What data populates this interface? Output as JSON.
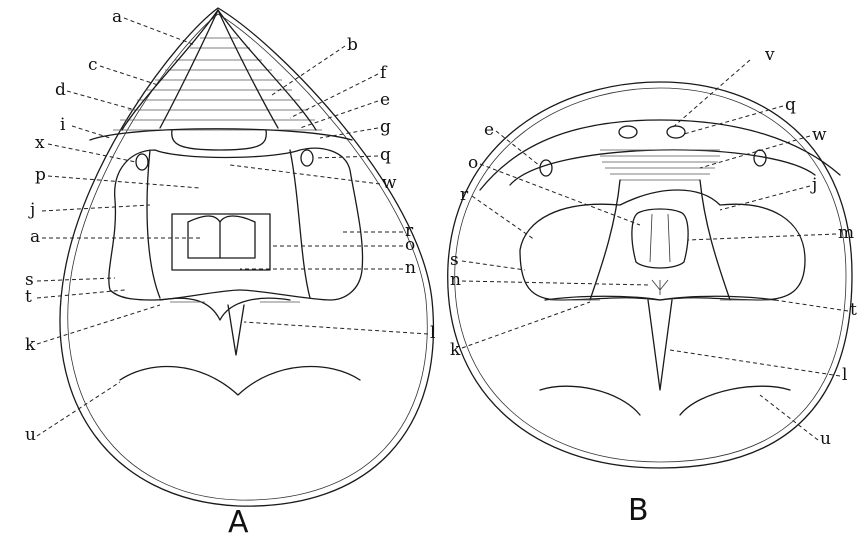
{
  "panels": [
    {
      "caption": "A",
      "labels": [
        "a",
        "b",
        "c",
        "d",
        "f",
        "e",
        "i",
        "g",
        "x",
        "q",
        "p",
        "w",
        "j",
        "a",
        "r",
        "o",
        "n",
        "s",
        "t",
        "k",
        "l",
        "u"
      ]
    },
    {
      "caption": "B",
      "labels": [
        "v",
        "q",
        "e",
        "w",
        "o",
        "j",
        "r",
        "m",
        "s",
        "n",
        "t",
        "k",
        "l",
        "u"
      ]
    }
  ]
}
